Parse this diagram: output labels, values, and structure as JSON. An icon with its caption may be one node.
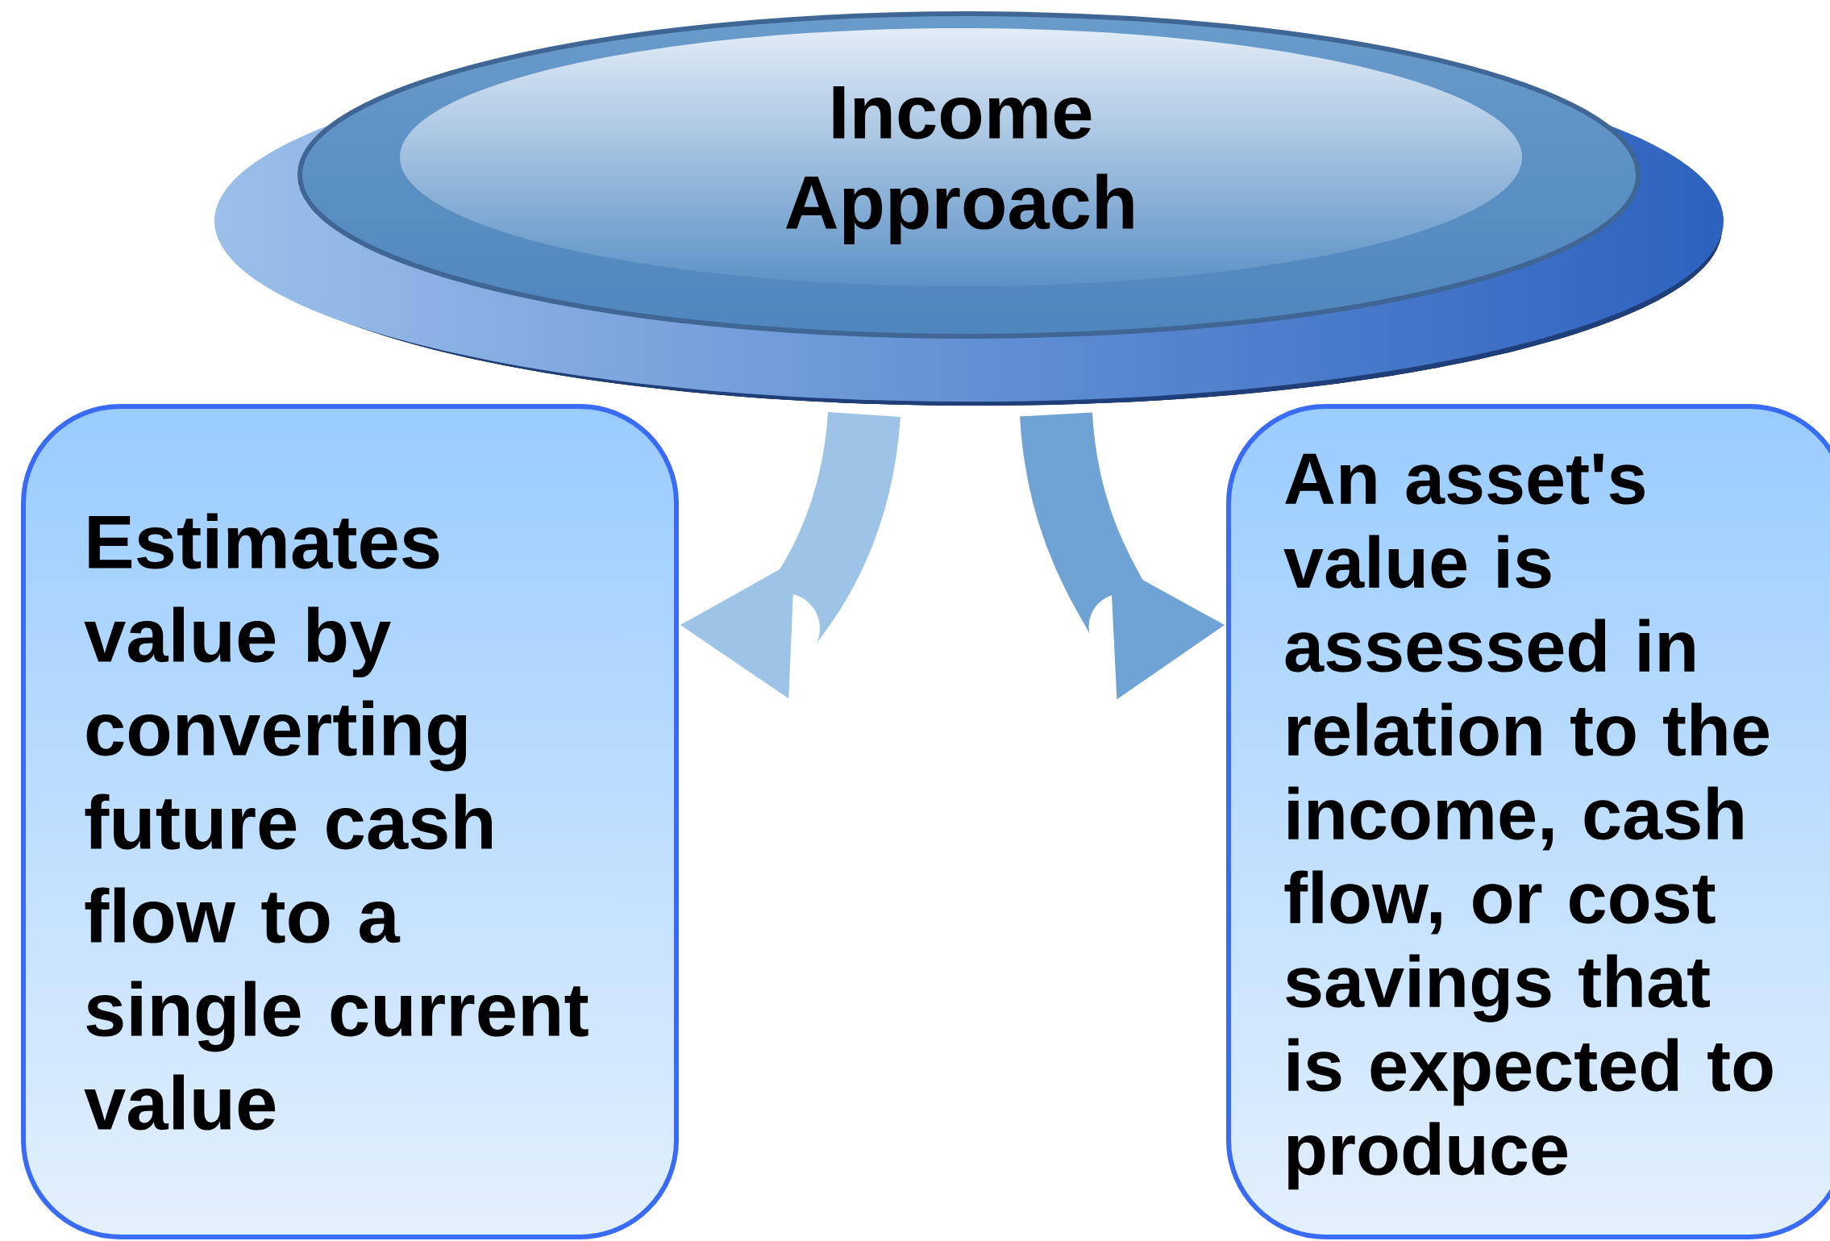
{
  "diagram": {
    "nodes": [
      {
        "text": [
          "Income Approach"
        ]
      },
      {
        "text": [
          "Estimates value by converting future cash flow to a single current value"
        ]
      },
      {
        "text": [
          "An asset's value is assessed in relation to the income, cash flow, or cost savings that is expected to produce"
        ]
      }
    ],
    "edges": [
      {
        "from": 0,
        "to": 1,
        "arrow": "to",
        "color": "#9dc3e6"
      },
      {
        "from": 0,
        "to": 2,
        "arrow": "to",
        "color": "#6fa3d6"
      }
    ]
  }
}
